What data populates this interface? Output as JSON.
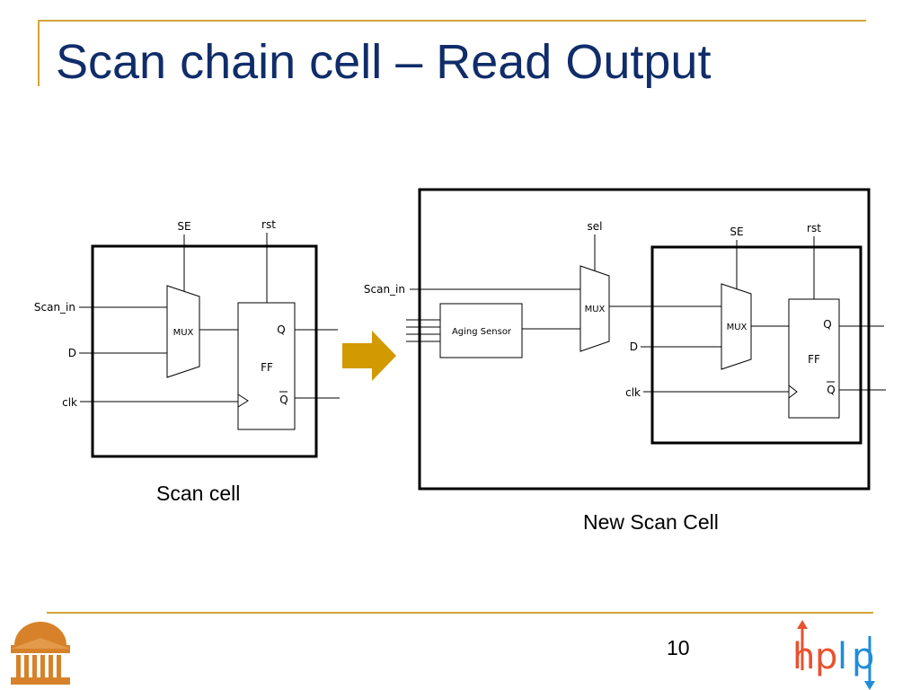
{
  "slide": {
    "title": "Scan chain cell – Read Output",
    "page_number": "10"
  },
  "scan_cell": {
    "caption": "Scan cell",
    "se_label": "SE",
    "rst_label": "rst",
    "scan_in_label": "Scan_in",
    "d_label": "D",
    "clk_label": "clk",
    "mux_label": "MUX",
    "ff_label": "FF",
    "q_label": "Q",
    "qbar_label": "Q"
  },
  "new_scan_cell": {
    "caption": "New Scan Cell",
    "sel_label": "sel",
    "se_label": "SE",
    "rst_label": "rst",
    "scan_in_label": "Scan_in",
    "d_label": "D",
    "clk_label": "clk",
    "sensor_label": "Aging Sensor",
    "mux1_label": "MUX",
    "mux2_label": "MUX",
    "ff_label": "FF",
    "q_label": "Q",
    "qbar_label": "Q"
  },
  "logos": {
    "left": "university-rotunda-logo",
    "right_text": "hplp"
  },
  "colors": {
    "title": "#102d6a",
    "accent_rule": "#d4a437",
    "arrow": "#d09a00",
    "logo_orange": "#d7822a",
    "hplp_red": "#e8522f",
    "hplp_blue": "#1e8ddb"
  }
}
